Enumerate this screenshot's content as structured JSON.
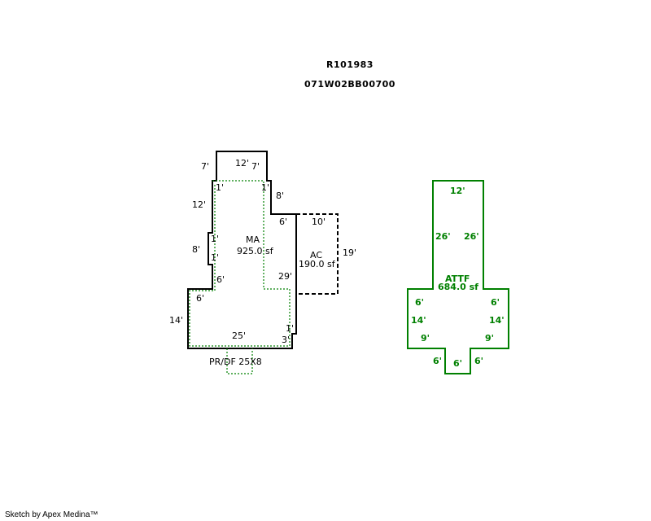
{
  "header": {
    "parcel_id": "R101983",
    "map_number": "071W02BB00700"
  },
  "main_building": {
    "dimensions": {
      "d_7_left": "7'",
      "d_12_top": "12'",
      "d_7_right": "7'",
      "d_1_a": "1'",
      "d_1_b": "1'",
      "d_8_right": "8'",
      "d_12_left": "12'",
      "d_6_ac": "6'",
      "d_10_ac": "10'",
      "d_8_left": "8'",
      "d_1_c": "1'",
      "d_1_d": "1'",
      "d_19": "19'",
      "d_29": "29'",
      "d_6_inner": "6'",
      "d_6_step": "6'",
      "d_14": "14'",
      "d_1_e": "1'",
      "d_25": "25'",
      "d_3": "3'"
    },
    "ma_label": "MA",
    "ma_area": "925.0 sf",
    "ac_label": "AC",
    "ac_area": "190.0 sf",
    "deck_label": "PR/DF 25X8"
  },
  "attf_building": {
    "label": "ATTF",
    "area": "684.0 sf",
    "dimensions": {
      "d_top": "12'",
      "d_26_left": "26'",
      "d_26_right": "26'",
      "d_6_left": "6'",
      "d_6_right": "6'",
      "d_14_left": "14'",
      "d_14_right": "14'",
      "d_9_left": "9'",
      "d_9_right": "9'",
      "d_6_bl": "6'",
      "d_6_bottom": "6'",
      "d_6_br": "6'"
    }
  },
  "footer": {
    "credit": "Sketch by Apex Medina™"
  },
  "colors": {
    "outline": "#000000",
    "attf": "#008000",
    "dotted": "#008000"
  }
}
